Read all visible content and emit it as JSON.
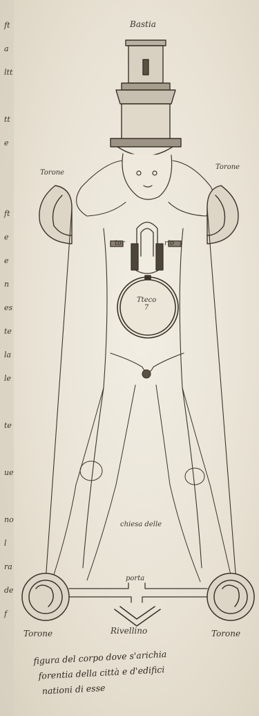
{
  "labels": {
    "top": "Bastia",
    "upper_left": "Torone",
    "upper_right": "Torone",
    "center_left": "tor",
    "center_right": "rio",
    "circle": "Tteco\n7",
    "lower_body": "chiesa delle",
    "gate": "porta",
    "ravelin": "Rivellino",
    "lower_left": "Torone",
    "lower_right": "Torone"
  },
  "caption": {
    "line1": "figura del corpo dove s'arichia",
    "line2": "forentia della città e d'edifici",
    "line3": "nationi di esse"
  },
  "margin_fragments": [
    "ft",
    "a",
    "ltt",
    "",
    "tt",
    "e",
    "",
    "",
    "ft",
    "e",
    "e",
    "n",
    "es",
    "te",
    "la",
    "le",
    "",
    "te",
    "",
    "ue",
    "",
    "no",
    "l",
    "ra",
    "de",
    "f"
  ],
  "palette": {
    "paper": "#ece7db",
    "ink": "#3a332a",
    "ink_light": "#6b6153"
  }
}
